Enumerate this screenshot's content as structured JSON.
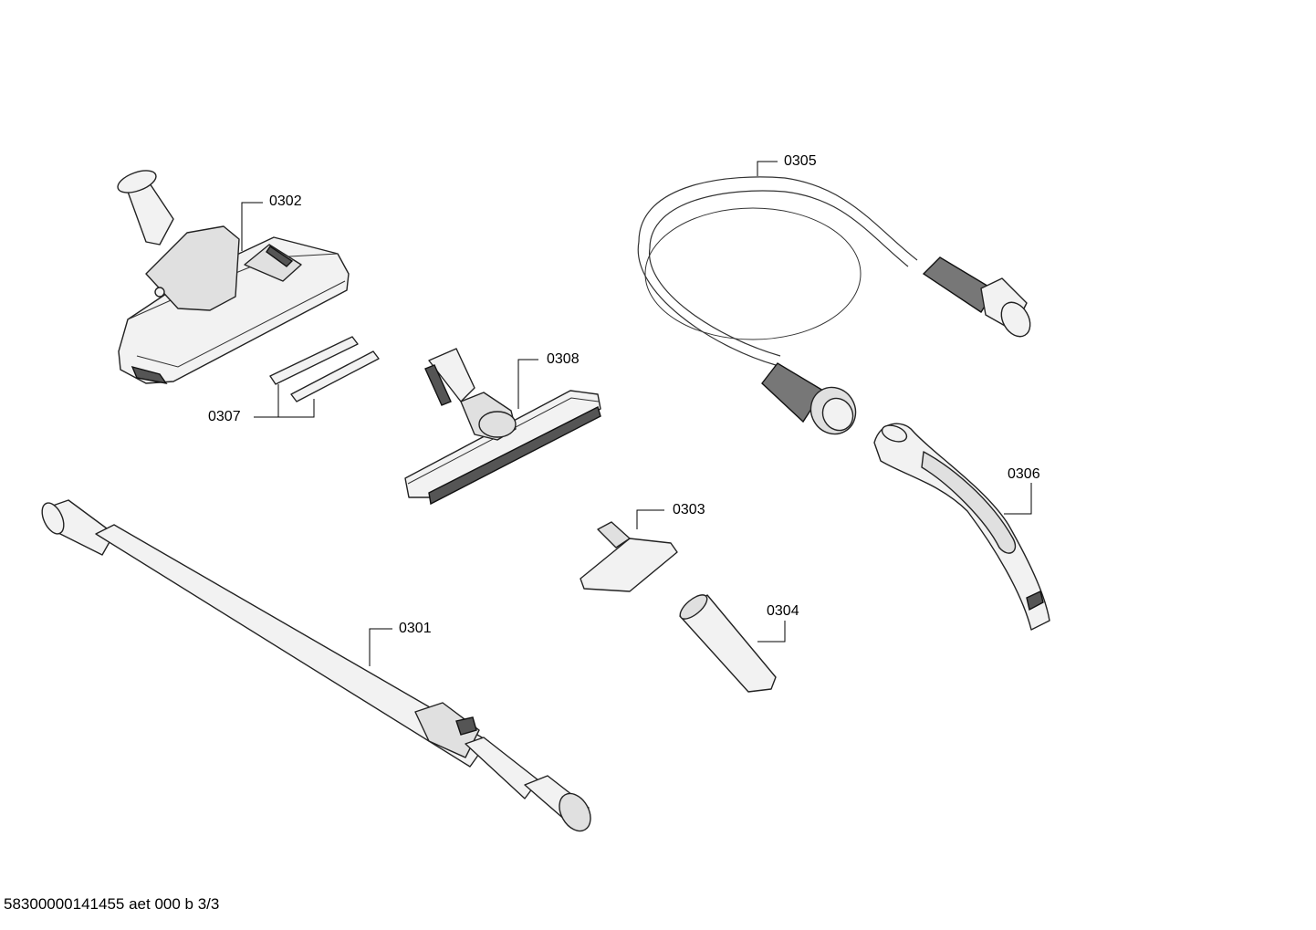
{
  "parts": [
    {
      "id": "p0301",
      "number": "0301"
    },
    {
      "id": "p0302",
      "number": "0302"
    },
    {
      "id": "p0303",
      "number": "0303"
    },
    {
      "id": "p0304",
      "number": "0304"
    },
    {
      "id": "p0305",
      "number": "0305"
    },
    {
      "id": "p0306",
      "number": "0306"
    },
    {
      "id": "p0307",
      "number": "0307"
    },
    {
      "id": "p0308",
      "number": "0308"
    }
  ],
  "footer": {
    "text": "58300000141455 aet 000 b 3/3"
  }
}
